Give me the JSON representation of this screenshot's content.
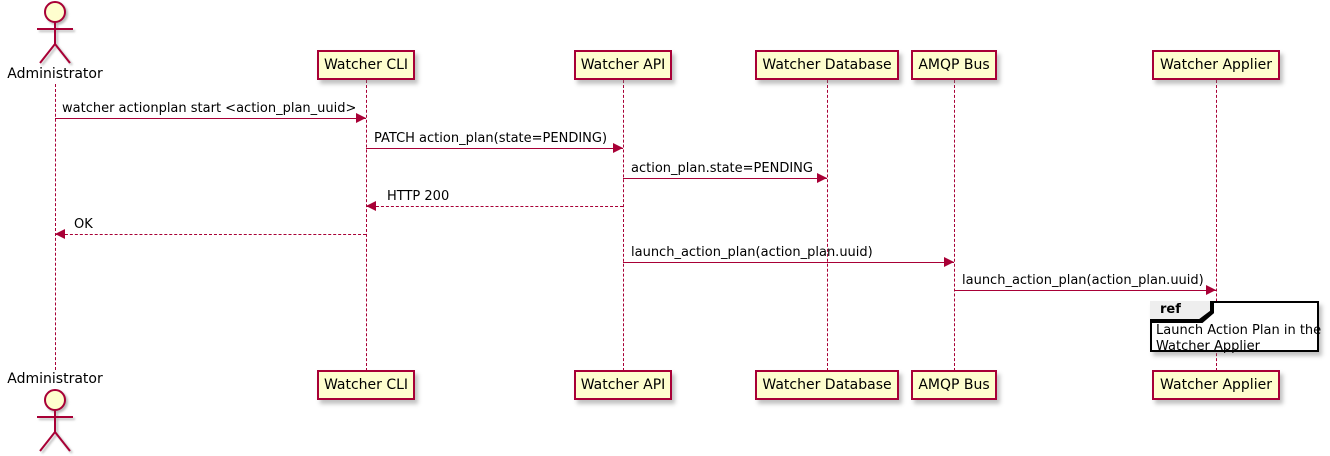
{
  "diagram_type": "uml-sequence",
  "colors": {
    "participant_fill": "#FEFECE",
    "participant_border": "#A80036",
    "arrow": "#A80036",
    "lifeline": "#A80036",
    "ref_border": "#000000",
    "ref_header_fill": "#EEEEEE",
    "text": "#000000",
    "background": "#FFFFFF"
  },
  "actor": {
    "label": "Administrator"
  },
  "participants": [
    {
      "label": "Watcher CLI"
    },
    {
      "label": "Watcher API"
    },
    {
      "label": "Watcher Database"
    },
    {
      "label": "AMQP Bus"
    },
    {
      "label": "Watcher Applier"
    }
  ],
  "messages": [
    {
      "from": "Administrator",
      "to": "Watcher CLI",
      "style": "solid",
      "label": "watcher actionplan start <action_plan_uuid>"
    },
    {
      "from": "Watcher CLI",
      "to": "Watcher API",
      "style": "solid",
      "label": "PATCH action_plan(state=PENDING)"
    },
    {
      "from": "Watcher API",
      "to": "Watcher Database",
      "style": "solid",
      "label": "action_plan.state=PENDING"
    },
    {
      "from": "Watcher API",
      "to": "Watcher CLI",
      "style": "dashed-return",
      "label": "HTTP 200"
    },
    {
      "from": "Watcher CLI",
      "to": "Administrator",
      "style": "dashed-return",
      "label": "OK"
    },
    {
      "from": "Watcher API",
      "to": "AMQP Bus",
      "style": "solid",
      "label": "launch_action_plan(action_plan.uuid)"
    },
    {
      "from": "AMQP Bus",
      "to": "Watcher Applier",
      "style": "solid",
      "label": "launch_action_plan(action_plan.uuid)"
    }
  ],
  "ref": {
    "keyword": "ref",
    "line1": "Launch Action Plan in the",
    "line2": "Watcher Applier"
  }
}
